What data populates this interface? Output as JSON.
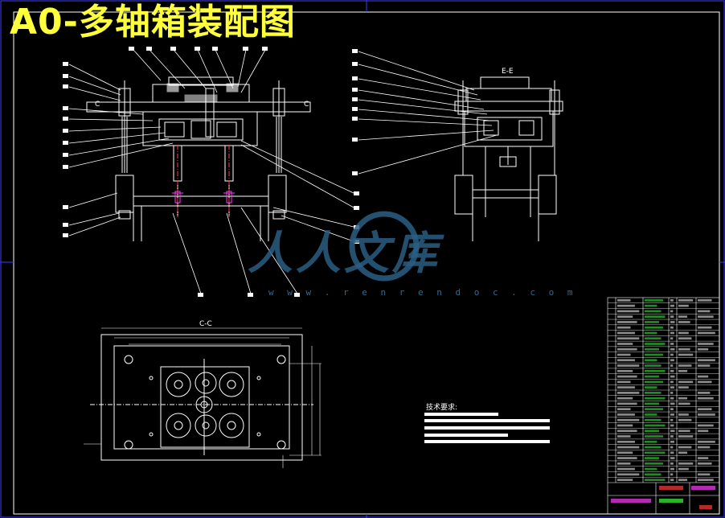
{
  "title": "A0-多轴箱装配图",
  "views": {
    "section_e": "E-E",
    "section_c": "C-C",
    "c_marker": "C"
  },
  "tech_requirements": {
    "heading": "技术要求:"
  },
  "watermark": {
    "text": "人人文库",
    "url": "w w w . r e n r e n d o c . c o m"
  },
  "colors": {
    "background": "#000000",
    "linework": "#ffffff",
    "title": "#ffff3c",
    "frame": "#3c3cff",
    "dimension": "#ffffff",
    "centerline": "#ff3c3c",
    "hatch": "#ff3cff",
    "table": "#ffffff",
    "table_text": "#3cff3c",
    "watermark": "#2b5f84"
  }
}
